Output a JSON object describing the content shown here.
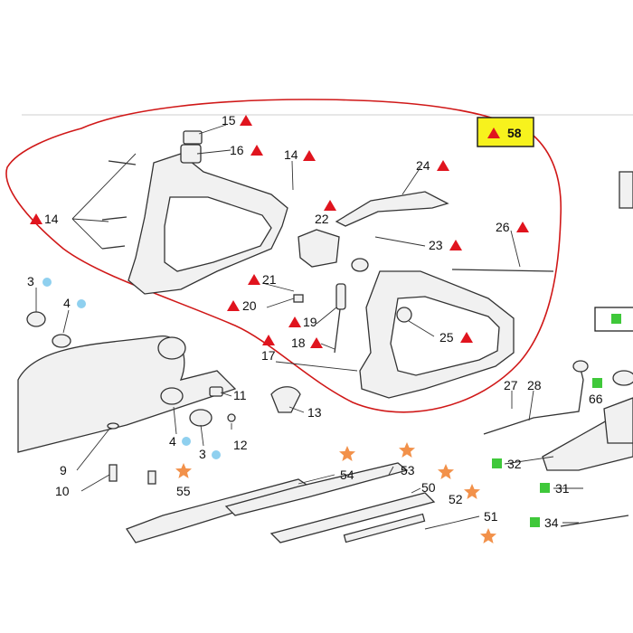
{
  "colors": {
    "triangle": "#e0141e",
    "circle": "#8fd0ef",
    "star": "#f2914a",
    "square": "#3fc83a",
    "outline": "#d01818",
    "highlight": "#f7f21d"
  },
  "icons": {
    "triangle": "red-triangle-icon",
    "circle": "blue-circle-icon",
    "star": "orange-star-icon",
    "square": "green-square-icon"
  },
  "callouts": {
    "c58": "58",
    "c15": "15",
    "c16": "16",
    "c14a": "14",
    "c14b": "14",
    "c24": "24",
    "c22": "22",
    "c23": "23",
    "c26": "26",
    "c21": "21",
    "c20": "20",
    "c19": "19",
    "c18": "18",
    "c17": "17",
    "c25": "25",
    "c3a": "3",
    "c4a": "4",
    "c11": "11",
    "c13": "13",
    "c4b": "4",
    "c3b": "3",
    "c12": "12",
    "c9": "9",
    "c10": "10",
    "c55": "55",
    "c54": "54",
    "c53": "53",
    "c50": "50",
    "c52": "52",
    "c51": "51",
    "c27": "27",
    "c28": "28",
    "c66": "66",
    "c32": "32",
    "c31": "31",
    "c34": "34"
  }
}
